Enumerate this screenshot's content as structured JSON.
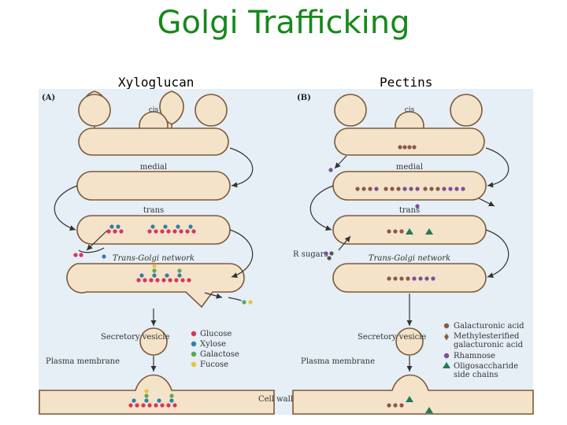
{
  "title": "Golgi Trafficking",
  "panels": {
    "left_heading": "Xyloglucan",
    "right_heading": "Pectins"
  },
  "figure": {
    "panel_a": {
      "tag": "(A)",
      "cis": "cis",
      "medial": "medial",
      "trans": "trans",
      "tgn": "Trans-Golgi network",
      "vesicle": "Secretory vesicle",
      "membrane": "Plasma membrane"
    },
    "panel_b": {
      "tag": "(B)",
      "cis": "cis",
      "medial": "medial",
      "trans": "trans",
      "tgn": "Trans-Golgi network",
      "vesicle": "Secretory vesicle",
      "membrane": "Plasma membrane",
      "r_sugars": "R sugars"
    },
    "legend_a": [
      "Glucose",
      "Xylose",
      "Galactose",
      "Fucose"
    ],
    "legend_b": [
      "Galacturonic acid",
      "Methylesterified galacturonic acid",
      "Rhamnose",
      "Oligosaccharide side chains"
    ],
    "cell_wall": "Cell wall",
    "colors": {
      "glucose": "#d8355a",
      "xylose": "#2f7fa8",
      "galactose": "#58a85a",
      "fucose": "#e9c33a",
      "galacturonic": "#8a5a44",
      "rhamnose": "#7a4f9a",
      "oligo": "#1f7a5a"
    }
  }
}
